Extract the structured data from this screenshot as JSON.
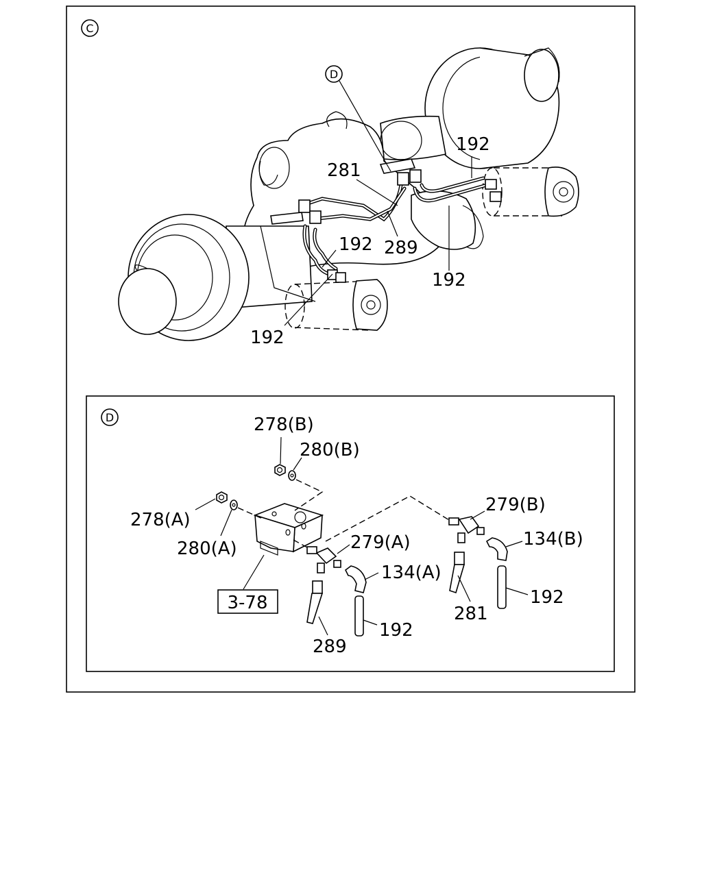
{
  "views": {
    "main": {
      "marker": "C",
      "detail_marker": "D",
      "callouts": [
        "192",
        "281",
        "289",
        "192",
        "192",
        "192"
      ]
    },
    "detail": {
      "marker": "D",
      "callouts": [
        "278(B)",
        "280(B)",
        "278(A)",
        "280(A)",
        "279(B)",
        "279(A)",
        "134(B)",
        "134(A)",
        "281",
        "192",
        "289",
        "192"
      ],
      "reference_box": "3-78"
    }
  }
}
